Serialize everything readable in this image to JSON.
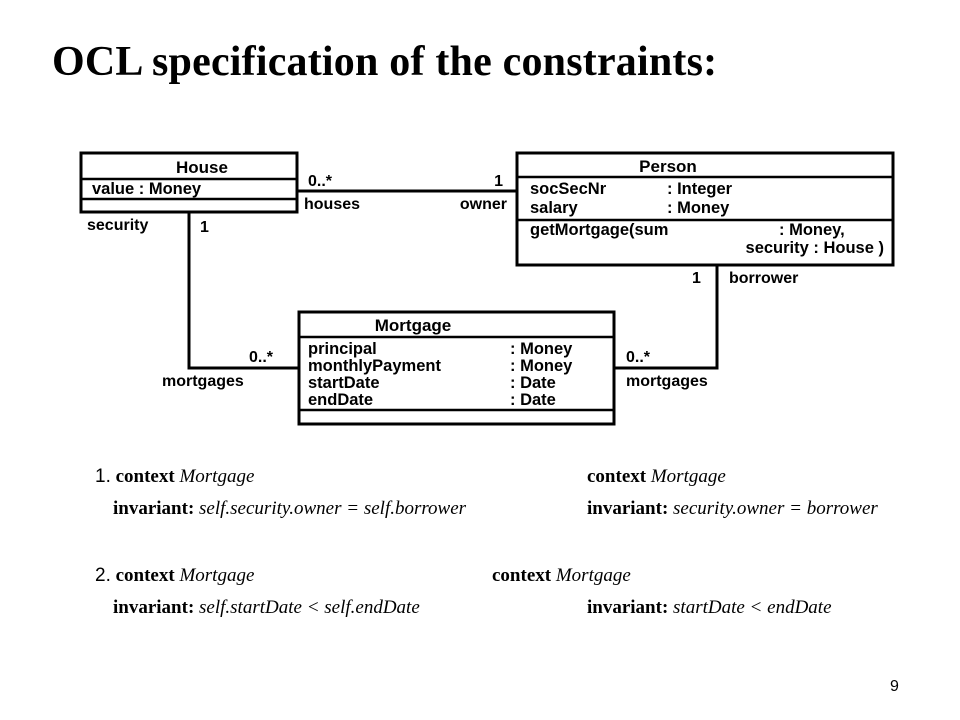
{
  "title": "OCL specification of the constraints:",
  "page_number": "9",
  "diagram": {
    "house": {
      "name": "House",
      "attributes": [
        "value : Money"
      ]
    },
    "person": {
      "name": "Person",
      "attributes": [
        {
          "name": "socSecNr",
          "type": ": Integer"
        },
        {
          "name": "salary",
          "type": ": Money"
        }
      ],
      "operation_line1": {
        "name": "getMortgage(sum",
        "type": ": Money,"
      },
      "operation_line2": "security : House )"
    },
    "mortgage": {
      "name": "Mortgage",
      "attributes": [
        {
          "name": "principal",
          "type": ": Money"
        },
        {
          "name": "monthlyPayment",
          "type": ": Money"
        },
        {
          "name": "startDate",
          "type": ": Date"
        },
        {
          "name": "endDate",
          "type": ": Date"
        }
      ]
    },
    "assoc_house_person": {
      "house_mult": "0..*",
      "house_role": "houses",
      "person_mult": "1",
      "person_role": "owner"
    },
    "assoc_house_mortgage": {
      "house_role": "security",
      "house_mult": "1",
      "mortgage_mult": "0..*",
      "mortgage_role": "mortgages"
    },
    "assoc_person_mortgage": {
      "person_mult": "1",
      "person_role": "borrower",
      "mortgage_mult": "0..*",
      "mortgage_role": "mortgages"
    }
  },
  "constraints": [
    {
      "number": "1.",
      "left": {
        "context_kw": "context",
        "context_type": "Mortgage",
        "inv_kw": "invariant:",
        "expr": "self.security.owner = self.borrower"
      },
      "right": {
        "context_kw": "context",
        "context_type": "Mortgage",
        "inv_kw": "invariant:",
        "expr": "security.owner = borrower"
      }
    },
    {
      "number": "2.",
      "left": {
        "context_kw": "context",
        "context_type": "Mortgage",
        "inv_kw": "invariant:",
        "expr": "self.startDate < self.endDate"
      },
      "right": {
        "context_kw": "context",
        "context_type": "Mortgage",
        "inv_kw": "invariant:",
        "expr": "startDate < endDate"
      }
    }
  ]
}
